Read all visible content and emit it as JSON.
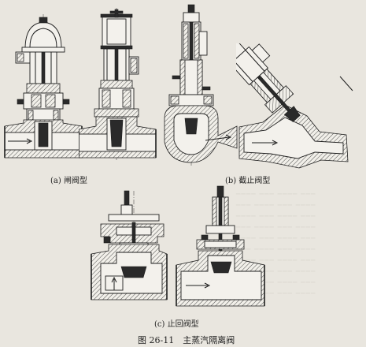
{
  "captions": {
    "a": "(a) 闸阀型",
    "b": "(b) 截止阀型",
    "c": "(c) 止回阀型"
  },
  "figure_title": "图 26-11　主蒸汽隔离阀"
}
